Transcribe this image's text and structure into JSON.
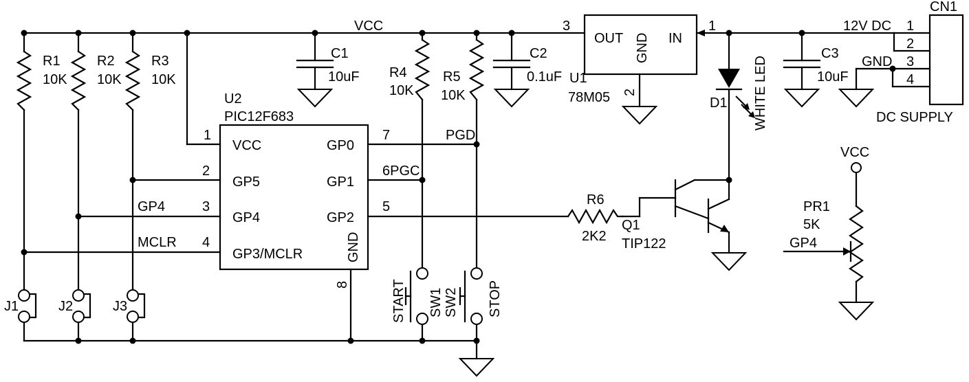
{
  "nets": {
    "vcc": "VCC",
    "pgd": "PGD",
    "pgc_pin": "6PGC",
    "gp4": "GP4",
    "mclr": "MCLR",
    "gnd": "GND",
    "v12": "12V DC"
  },
  "resistors": [
    {
      "ref": "R1",
      "value": "10K"
    },
    {
      "ref": "R2",
      "value": "10K"
    },
    {
      "ref": "R3",
      "value": "10K"
    },
    {
      "ref": "R4",
      "value": "10K"
    },
    {
      "ref": "R5",
      "value": "10K"
    },
    {
      "ref": "R6",
      "value": "2K2"
    }
  ],
  "capacitors": [
    {
      "ref": "C1",
      "value": "10uF"
    },
    {
      "ref": "C2",
      "value": "0.1uF"
    },
    {
      "ref": "C3",
      "value": "10uF"
    }
  ],
  "mcu": {
    "ref": "U2",
    "part": "PIC12F683",
    "left_pins": [
      {
        "num": "1",
        "name": "VCC"
      },
      {
        "num": "2",
        "name": "GP5"
      },
      {
        "num": "3",
        "name": "GP4"
      },
      {
        "num": "4",
        "name": "GP3/MCLR"
      }
    ],
    "right_pins": [
      {
        "num": "7",
        "name": "GP0"
      },
      {
        "name": "GP1"
      },
      {
        "num": "5",
        "name": "GP2"
      }
    ],
    "gnd_pin": {
      "num": "8",
      "name": "GND"
    }
  },
  "regulator": {
    "ref": "U1",
    "part": "78M05",
    "out": "OUT",
    "in": "IN",
    "gnd": "GND",
    "pin_out": "3",
    "pin_in": "1",
    "pin_gnd": "2"
  },
  "led": {
    "ref": "D1",
    "label": "WHITE LED"
  },
  "transistor": {
    "ref": "Q1",
    "part": "TIP122"
  },
  "pot": {
    "ref": "PR1",
    "value": "5K",
    "top": "VCC",
    "wiper": "GP4"
  },
  "connector": {
    "ref": "CN1",
    "label": "DC SUPPLY",
    "pins": [
      "1",
      "2",
      "3",
      "4"
    ]
  },
  "switches": [
    {
      "ref": "SW1",
      "label": "START"
    },
    {
      "ref": "SW2",
      "label": "STOP"
    }
  ],
  "jumpers": [
    "J1",
    "J2",
    "J3"
  ]
}
